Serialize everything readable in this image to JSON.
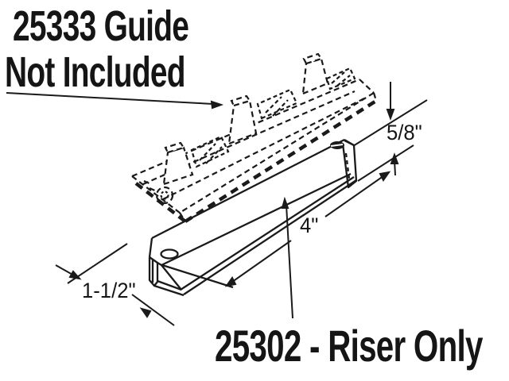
{
  "page": {
    "background_color": "#ffffff",
    "ink_color": "#1a1a1a"
  },
  "annotations": {
    "guide_note_line1": "25333 Guide",
    "guide_note_line2": "Not Included",
    "part_label": "25302 - Riser Only",
    "dim_height": "5/8\"",
    "dim_length": "4\"",
    "dim_width": "1-1/2\""
  }
}
